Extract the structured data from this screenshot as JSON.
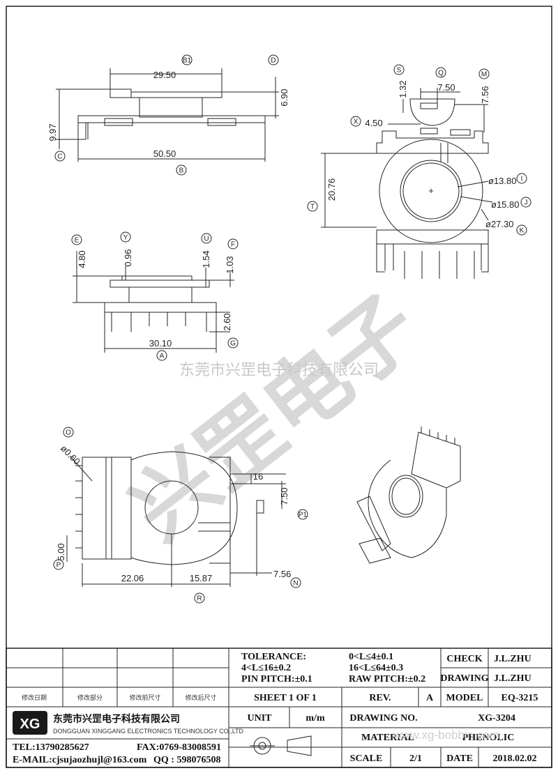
{
  "watermark": {
    "company_big": "兴罡电子",
    "company_line": "东莞市兴罡电子科技有限公司",
    "url": "www.xg-bobbin.com"
  },
  "dims": {
    "top_view": {
      "b1": "29.50",
      "d": "6.90",
      "c": "9.97",
      "b": "50.50"
    },
    "side_view": {
      "e": "4.80",
      "y": "0.96",
      "u": "1.54",
      "f": "1.03",
      "g": "2.60",
      "a": "30.10"
    },
    "front_view": {
      "s": "1.32",
      "q": "7.50",
      "m": "7.56",
      "x": "4.50",
      "t": "20.76",
      "i": "ø13.80",
      "j": "ø15.80",
      "k": "ø27.30"
    },
    "bottom_view": {
      "o": "ø0.60",
      "p": "5.00",
      "p1": "7.50",
      "l": "16",
      "r1": "22.06",
      "r2": "15.87",
      "n": "7.56"
    }
  },
  "callouts": [
    "B1",
    "D",
    "C",
    "B",
    "S",
    "Q",
    "M",
    "X",
    "I",
    "J",
    "K",
    "T",
    "E",
    "Y",
    "U",
    "F",
    "G",
    "A",
    "O",
    "P",
    "P1",
    "R",
    "N"
  ],
  "title_block": {
    "revision_headers": [
      "修改日期",
      "修改部分",
      "修改前尺寸",
      "修改后尺寸"
    ],
    "tolerance_label": "TOLERANCE:",
    "tol_1": "4<L≤16±0.2",
    "pin_pitch": "PIN PITCH:±0.1",
    "tol_2": "0<L≤4±0.1",
    "tol_3": "16<L≤64±0.3",
    "raw_pitch": "RAW PITCH:±0.2",
    "check_label": "CHECK",
    "check_value": "J.L.ZHU",
    "drawing_label": "DRAWING",
    "drawing_value": "J.L.ZHU",
    "sheet": "SHEET 1 OF 1",
    "rev_label": "REV.",
    "rev_value": "A",
    "model_label": "MODEL",
    "model_value": "EQ-3215",
    "company_cn": "东莞市兴罡电子科技有限公司",
    "company_en": "DONGGUAN XINGGANG ELECTRONICS TECHNOLOGY CO.,LTD",
    "logo_text": "XG",
    "unit_label": "UNIT",
    "unit_value": "m/m",
    "drawing_no_label": "DRAWING NO.",
    "drawing_no_value": "XG-3204",
    "material_label": "MATERIAL",
    "material_value": "PHENOLIC",
    "tel": "TEL:13790285627",
    "fax": "FAX:0769-83008591",
    "email": "E-MAIL:cjsujaozhujl@163.com",
    "qq": "QQ : 598076508",
    "scale_label": "SCALE",
    "scale_value": "2/1",
    "date_label": "DATE",
    "date_value": "2018.02.02"
  }
}
